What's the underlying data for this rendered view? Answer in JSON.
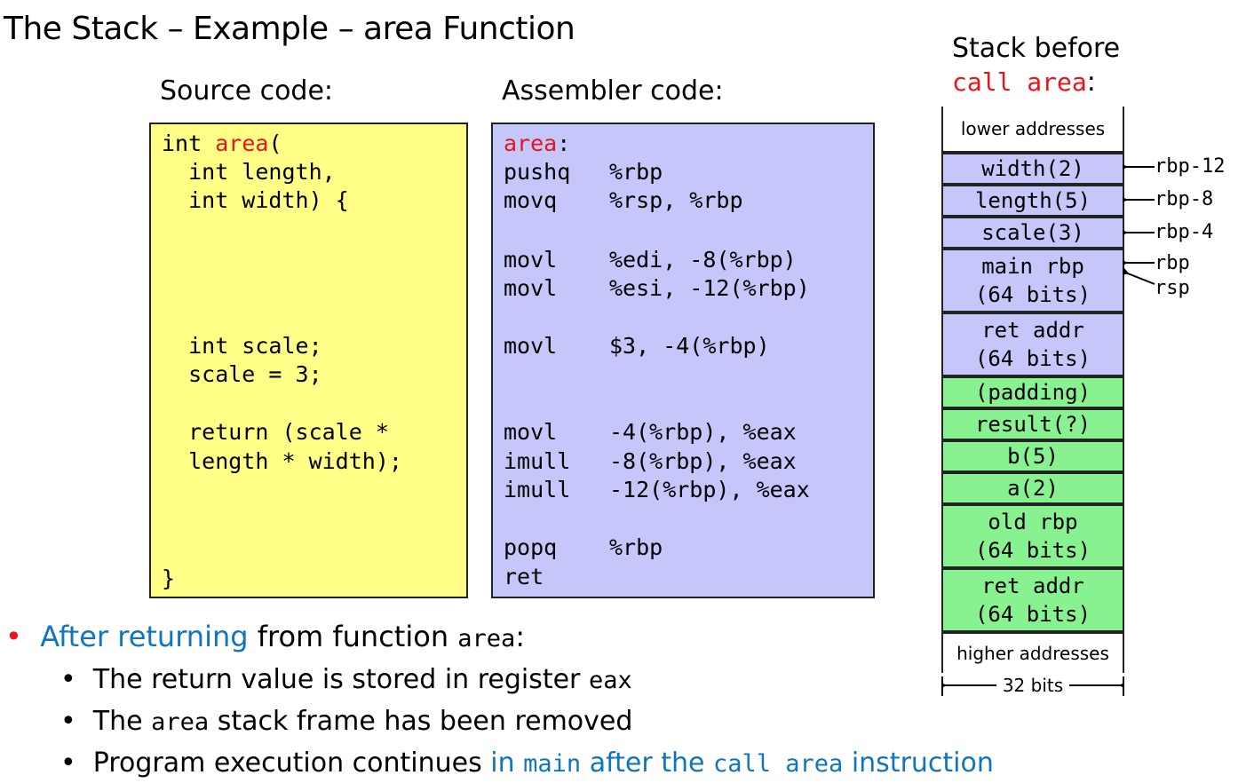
{
  "title": "The Stack – Example – area Function",
  "source": {
    "header": "Source code:",
    "lines": [
      {
        "pre": "int ",
        "kw": "area",
        "post": "("
      },
      {
        "text": "  int length,"
      },
      {
        "text": "  int width) {"
      },
      {
        "text": "  int scale;"
      },
      {
        "text": "  scale = 3;"
      },
      {
        "text": "  return (scale *"
      },
      {
        "text": "  length * width);"
      },
      {
        "text": "}"
      }
    ]
  },
  "assembler": {
    "header": "Assembler code:",
    "label": "area",
    "label_colon": ":",
    "rows": [
      {
        "op": "pushq",
        "args": "%rbp"
      },
      {
        "op": "movq",
        "args": "%rsp, %rbp"
      },
      {
        "op": "movl",
        "args": "%edi, -8(%rbp)"
      },
      {
        "op": "movl",
        "args": "%esi, -12(%rbp)"
      },
      {
        "op": "movl",
        "args": "$3, -4(%rbp)"
      },
      {
        "op": "movl",
        "args": "-4(%rbp), %eax"
      },
      {
        "op": "imull",
        "args": "-8(%rbp), %eax"
      },
      {
        "op": "imull",
        "args": "-12(%rbp), %eax"
      },
      {
        "op": "popq",
        "args": "%rbp"
      },
      {
        "op": "ret",
        "args": ""
      }
    ]
  },
  "stack": {
    "title_line1": "Stack before",
    "title_code": "call area",
    "title_colon": ":",
    "lower_label": "lower addresses",
    "higher_label": "higher addresses",
    "width_label": "32 bits",
    "cells": [
      {
        "lines": [
          "width(2)"
        ],
        "color": "#c5c7fb"
      },
      {
        "lines": [
          "length(5)"
        ],
        "color": "#c5c7fb"
      },
      {
        "lines": [
          "scale(3)"
        ],
        "color": "#c5c7fb"
      },
      {
        "lines": [
          "main rbp",
          "(64 bits)"
        ],
        "color": "#c5c7fb"
      },
      {
        "lines": [
          "ret addr",
          "(64 bits)"
        ],
        "color": "#c5c7fb"
      },
      {
        "lines": [
          "(padding)"
        ],
        "color": "#89f290"
      },
      {
        "lines": [
          "result(?)"
        ],
        "color": "#89f290"
      },
      {
        "lines": [
          "b(5)"
        ],
        "color": "#89f290"
      },
      {
        "lines": [
          "a(2)"
        ],
        "color": "#89f290"
      },
      {
        "lines": [
          "old rbp",
          "(64 bits)"
        ],
        "color": "#89f290"
      },
      {
        "lines": [
          "ret addr",
          "(64 bits)"
        ],
        "color": "#89f290"
      }
    ],
    "pointers": [
      "rbp-12",
      "rbp-8",
      "rbp-4",
      "rbp",
      "rsp"
    ]
  },
  "bullets": {
    "main": {
      "highlight": "After returning",
      "rest": " from function ",
      "code": "area",
      "end": ":"
    },
    "sub1": {
      "text": "The return value is stored in register ",
      "code": "eax"
    },
    "sub2": {
      "pre": "The ",
      "code": "area",
      "post": " stack frame has been removed"
    },
    "sub3": {
      "pre": "Program execution continues ",
      "blue1": "in ",
      "code1": "main",
      "blue2": " after the ",
      "code2": "call area",
      "blue3": " instruction"
    }
  },
  "colors": {
    "source_bg": "#fffe87",
    "asm_bg": "#c5c7fb",
    "stack_blue": "#c5c7fb",
    "stack_green": "#89f290",
    "keyword_red": "#e8141b",
    "highlight_blue": "#0f75bd"
  }
}
